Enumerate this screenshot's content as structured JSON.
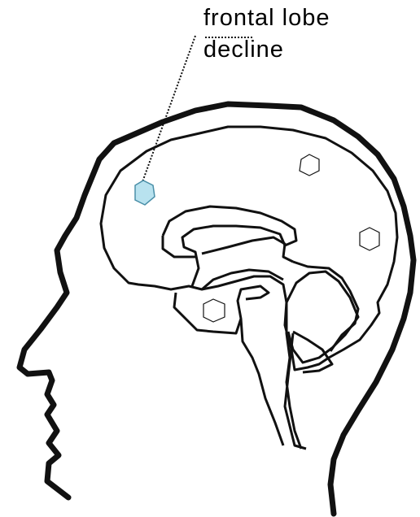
{
  "annotation": {
    "line1": "frontal lobe",
    "line2": "decline"
  },
  "colors": {
    "stroke": "#111111",
    "highlight_fill": "#b8e2ef",
    "highlight_stroke": "#4a8fa8"
  },
  "markers": [
    {
      "name": "frontal-lobe-marker",
      "highlighted": true
    },
    {
      "name": "parietal-marker",
      "highlighted": false
    },
    {
      "name": "occipital-marker",
      "highlighted": false
    },
    {
      "name": "temporal-marker",
      "highlighted": false
    }
  ]
}
